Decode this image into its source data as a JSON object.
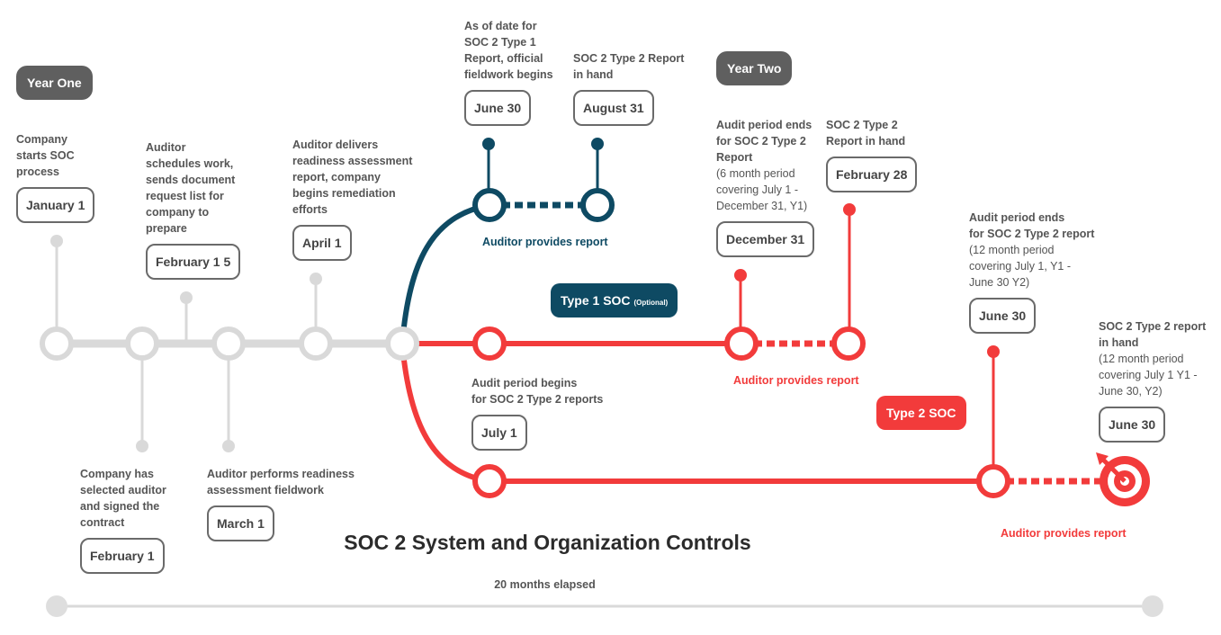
{
  "year_labels": {
    "year_one": "Year One",
    "year_two": "Year Two"
  },
  "title": "SOC 2 System and Organization Controls",
  "elapsed": "20 months elapsed",
  "badges": {
    "type1": "Type 1 SOC",
    "type1_note": "(Optional)",
    "type2": "Type 2 SOC"
  },
  "auditor_notes": {
    "type1": "Auditor provides report",
    "type2_mid": "Auditor provides report",
    "type2_end": "Auditor provides report"
  },
  "milestones": {
    "jan1": {
      "lines": [
        "Company",
        "starts SOC",
        "process"
      ],
      "date": "January 1"
    },
    "feb1": {
      "lines": [
        "Company has",
        "selected auditor",
        "and signed the",
        "contract"
      ],
      "date": "February 1"
    },
    "feb15": {
      "lines": [
        "Auditor",
        "schedules work,",
        "sends document",
        "request list for",
        "company to",
        "prepare"
      ],
      "date": "February 1 5"
    },
    "mar1": {
      "lines": [
        "Auditor performs readiness",
        "assessment fieldwork"
      ],
      "date": "March 1"
    },
    "apr1": {
      "lines": [
        "Auditor delivers",
        "readiness assessment",
        "report, company",
        "begins remediation",
        "efforts"
      ],
      "date": "April 1"
    },
    "jun30_y1": {
      "lines": [
        "As of date for",
        "SOC 2 Type 1",
        "Report, official",
        "fieldwork begins"
      ],
      "date": "June 30"
    },
    "aug31": {
      "lines": [
        "SOC 2 Type 2 Report",
        "in hand"
      ],
      "date": "August 31"
    },
    "jul1": {
      "lines": [
        "Audit period begins",
        "for SOC 2 Type 2 reports"
      ],
      "date": "July 1"
    },
    "dec31": {
      "lines": [
        "Audit period ends",
        "for SOC 2 Type 2",
        "Report"
      ],
      "sub": [
        "(6 month period",
        "covering July 1 -",
        "December 31, Y1)"
      ],
      "date": "December 31"
    },
    "feb28": {
      "lines": [
        "SOC 2 Type 2",
        "Report in  hand"
      ],
      "date": "February 28"
    },
    "jun30_y2": {
      "lines": [
        "Audit period ends",
        "for SOC 2 Type 2 report"
      ],
      "sub": [
        "(12 month period",
        "covering July 1, Y1 -",
        "June 30 Y2)"
      ],
      "date": "June 30"
    },
    "jun30_final": {
      "lines": [
        "SOC 2 Type 2 report",
        "in hand"
      ],
      "sub": [
        "(12 month period",
        "covering July 1 Y1 -",
        "June 30, Y2)"
      ],
      "date": "June 30"
    }
  },
  "colors": {
    "gray": "#d9d9d9",
    "navy": "#0e4a63",
    "red": "#f23b3b",
    "pill": "#5f5f5f"
  }
}
